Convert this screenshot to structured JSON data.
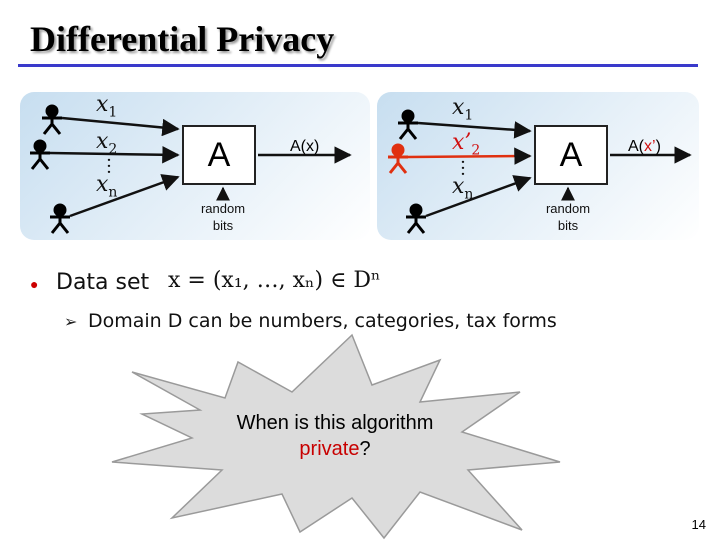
{
  "title": "Differential Privacy",
  "left_diagram": {
    "algorithm": "A",
    "output": "A(x)",
    "random_bits": "random\nbits",
    "inputs": [
      {
        "var": "x",
        "sub": "1"
      },
      {
        "var": "x",
        "sub": "2"
      },
      {
        "var": "x",
        "sub": "n"
      }
    ]
  },
  "right_diagram": {
    "algorithm": "A",
    "output_prefix": "A(",
    "output_changed": "x’",
    "output_suffix": ")",
    "random_bits": "random\nbits",
    "inputs": [
      {
        "var": "x",
        "sub": "1"
      },
      {
        "var": "x",
        "prime": "’",
        "sub": "2"
      },
      {
        "var": "x",
        "sub": "n"
      }
    ]
  },
  "bullets": {
    "main_label": "Data set",
    "formula": "x = (x₁, …, xₙ) ∈ Dⁿ",
    "sub_label": "Domain D can be numbers, categories, tax forms"
  },
  "question": {
    "line1": "When is this algorithm",
    "highlight": "private",
    "end": "?"
  },
  "page_number": "14",
  "colors": {
    "accent_rule": "#3a3acb",
    "highlight": "#c80000",
    "bullet": "#cc0000"
  }
}
